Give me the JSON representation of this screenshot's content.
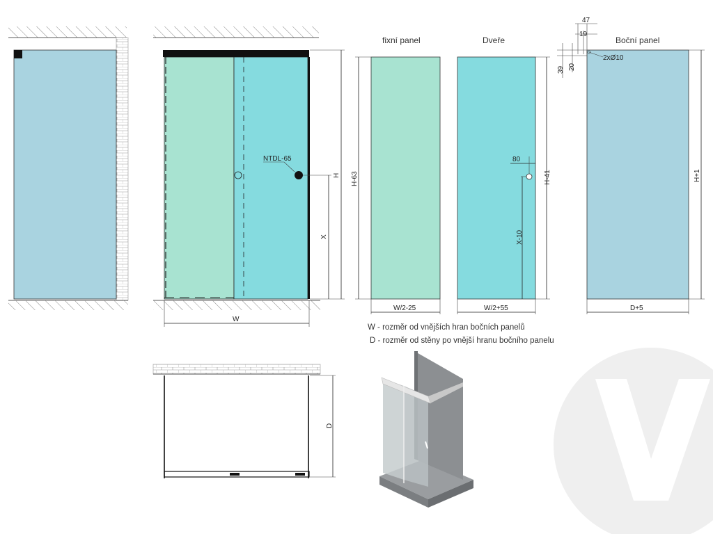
{
  "labels": {
    "fixed_panel_title": "fixní panel",
    "door_title": "Dveře",
    "side_panel_title": "Boční panel",
    "handle_code": "NTDL-65",
    "dim_H": "H",
    "dim_X": "X",
    "dim_W": "W",
    "dim_D": "D",
    "dim_H63": "H-63",
    "dim_H41": "H-41",
    "dim_H1": "H+1",
    "dim_X10": "X-10",
    "dim_80": "80",
    "dim_W2_25": "W/2-25",
    "dim_W2_55": "W/2+55",
    "dim_D5": "D+5",
    "dim_47": "47",
    "dim_19": "19",
    "dim_39": "39",
    "dim_20": "20",
    "dim_holes": "2xØ10"
  },
  "notes": {
    "w_note": "W - rozměr od vnějších hran bočních panelů",
    "d_note": "D - rozměr od stěny po vnější hranu bočního panelu"
  },
  "colors": {
    "side_glass": "#a9d3e0",
    "fixed_glass": "#a8e3d1",
    "door_glass": "#85dbdf",
    "frame": "#111111",
    "wall_brick": "#8a8a8a",
    "render_grey": "#8c8f92",
    "logo": "#ececec"
  }
}
